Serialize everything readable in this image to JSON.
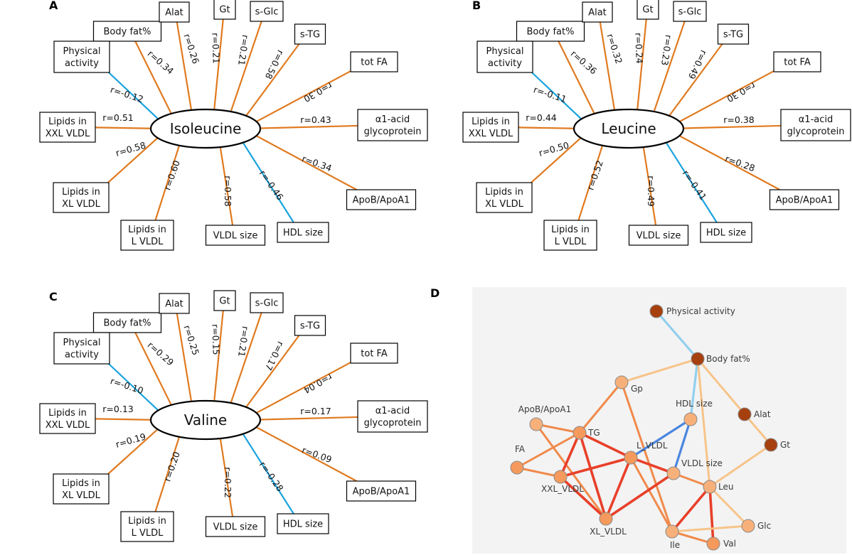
{
  "colors": {
    "positive": "#e07a1f",
    "negative": "#1aa3dd",
    "net_strong": "#e8402a",
    "net_mid": "#f08a4b",
    "net_weak": "#f7c48a",
    "net_neg_strong": "#4a86e0",
    "net_neg_weak": "#92cfee",
    "net_node_light": "#f8b07a",
    "net_node_dark": "#a6400f",
    "net_bg": "#f3f3f3"
  },
  "panels": [
    {
      "letter": "A",
      "center": "Isoleucine",
      "edges": [
        {
          "id": "body-fat",
          "lines": [
            "Body fat%"
          ],
          "r": "r=0.34",
          "sign": "pos"
        },
        {
          "id": "alat",
          "lines": [
            "Alat"
          ],
          "r": "r=0.26",
          "sign": "pos"
        },
        {
          "id": "gt",
          "lines": [
            "Gt"
          ],
          "r": "r=0.21",
          "sign": "pos"
        },
        {
          "id": "s-glc",
          "lines": [
            "s-Glc"
          ],
          "r": "r=0.21",
          "sign": "pos"
        },
        {
          "id": "s-tg",
          "lines": [
            "s-TG"
          ],
          "r": "r=0.58",
          "sign": "pos"
        },
        {
          "id": "tot-fa",
          "lines": [
            "tot FA"
          ],
          "r": "r=0.30",
          "sign": "pos"
        },
        {
          "id": "physical-activity",
          "lines": [
            "Physical",
            "activity"
          ],
          "r": "r=-0.12",
          "sign": "neg"
        },
        {
          "id": "lipids-xxl",
          "lines": [
            "Lipids in",
            "XXL VLDL"
          ],
          "r": "r=0.51",
          "sign": "pos"
        },
        {
          "id": "a1-acid",
          "lines": [
            "α1-acid",
            "glycoprotein"
          ],
          "r": "r=0.43",
          "sign": "pos"
        },
        {
          "id": "lipids-xl",
          "lines": [
            "Lipids in",
            "XL VLDL"
          ],
          "r": "r=0.58",
          "sign": "pos"
        },
        {
          "id": "apob",
          "lines": [
            "ApoB/ApoA1"
          ],
          "r": "r=0.34",
          "sign": "pos"
        },
        {
          "id": "lipids-l",
          "lines": [
            "Lipids in",
            "L VLDL"
          ],
          "r": "r=0.60",
          "sign": "pos"
        },
        {
          "id": "vldl-size",
          "lines": [
            "VLDL size"
          ],
          "r": "r=0.58",
          "sign": "pos"
        },
        {
          "id": "hdl-size",
          "lines": [
            "HDL size"
          ],
          "r": "r=-0.46",
          "sign": "neg"
        }
      ]
    },
    {
      "letter": "B",
      "center": "Leucine",
      "edges": [
        {
          "id": "body-fat",
          "lines": [
            "Body fat%"
          ],
          "r": "r=0.36",
          "sign": "pos"
        },
        {
          "id": "alat",
          "lines": [
            "Alat"
          ],
          "r": "r=0.32",
          "sign": "pos"
        },
        {
          "id": "gt",
          "lines": [
            "Gt"
          ],
          "r": "r=0.24",
          "sign": "pos"
        },
        {
          "id": "s-glc",
          "lines": [
            "s-Glc"
          ],
          "r": "r=0.23",
          "sign": "pos"
        },
        {
          "id": "s-tg",
          "lines": [
            "s-TG"
          ],
          "r": "r=0.49",
          "sign": "pos"
        },
        {
          "id": "tot-fa",
          "lines": [
            "tot FA"
          ],
          "r": "r=0.30",
          "sign": "pos"
        },
        {
          "id": "physical-activity",
          "lines": [
            "Physical",
            "activity"
          ],
          "r": "r=-0.11",
          "sign": "neg"
        },
        {
          "id": "lipids-xxl",
          "lines": [
            "Lipids in",
            "XXL VLDL"
          ],
          "r": "r=0.44",
          "sign": "pos"
        },
        {
          "id": "a1-acid",
          "lines": [
            "α1-acid",
            "glycoprotein"
          ],
          "r": "r=0.38",
          "sign": "pos"
        },
        {
          "id": "lipids-xl",
          "lines": [
            "Lipids in",
            "XL VLDL"
          ],
          "r": "r=0.50",
          "sign": "pos"
        },
        {
          "id": "apob",
          "lines": [
            "ApoB/ApoA1"
          ],
          "r": "r=0.28",
          "sign": "pos"
        },
        {
          "id": "lipids-l",
          "lines": [
            "Lipids in",
            "L VLDL"
          ],
          "r": "r=0.52",
          "sign": "pos"
        },
        {
          "id": "vldl-size",
          "lines": [
            "VLDL size"
          ],
          "r": "r=0.49",
          "sign": "pos"
        },
        {
          "id": "hdl-size",
          "lines": [
            "HDL size"
          ],
          "r": "r=-0.41",
          "sign": "neg"
        }
      ]
    },
    {
      "letter": "C",
      "center": "Valine",
      "edges": [
        {
          "id": "body-fat",
          "lines": [
            "Body fat%"
          ],
          "r": "r=0.29",
          "sign": "pos"
        },
        {
          "id": "alat",
          "lines": [
            "Alat"
          ],
          "r": "r=0.25",
          "sign": "pos"
        },
        {
          "id": "gt",
          "lines": [
            "Gt"
          ],
          "r": "r=0.15",
          "sign": "pos"
        },
        {
          "id": "s-glc",
          "lines": [
            "s-Glc"
          ],
          "r": "r=0.21",
          "sign": "pos"
        },
        {
          "id": "s-tg",
          "lines": [
            "s-TG"
          ],
          "r": "r=0.17",
          "sign": "pos"
        },
        {
          "id": "tot-fa",
          "lines": [
            "tot FA"
          ],
          "r": "r=0.04",
          "sign": "pos"
        },
        {
          "id": "physical-activity",
          "lines": [
            "Physical",
            "activity"
          ],
          "r": "r=-0.10",
          "sign": "neg"
        },
        {
          "id": "lipids-xxl",
          "lines": [
            "Lipids in",
            "XXL VLDL"
          ],
          "r": "r=0.13",
          "sign": "pos"
        },
        {
          "id": "a1-acid",
          "lines": [
            "α1-acid",
            "glycoprotein"
          ],
          "r": "r=0.17",
          "sign": "pos"
        },
        {
          "id": "lipids-xl",
          "lines": [
            "Lipids in",
            "XL VLDL"
          ],
          "r": "r=0.19",
          "sign": "pos"
        },
        {
          "id": "apob",
          "lines": [
            "ApoB/ApoA1"
          ],
          "r": "r=0.09",
          "sign": "pos"
        },
        {
          "id": "lipids-l",
          "lines": [
            "Lipids in",
            "L VLDL"
          ],
          "r": "r=0.20",
          "sign": "pos"
        },
        {
          "id": "vldl-size",
          "lines": [
            "VLDL size"
          ],
          "r": "r=0.22",
          "sign": "pos"
        },
        {
          "id": "hdl-size",
          "lines": [
            "HDL size"
          ],
          "r": "r=-0.28",
          "sign": "neg"
        }
      ]
    }
  ],
  "network": {
    "letter": "D",
    "nodes": [
      {
        "id": "physical-activity",
        "label": "Physical activity",
        "tone": "dark"
      },
      {
        "id": "body-fat",
        "label": "Body fat%",
        "tone": "dark"
      },
      {
        "id": "gp",
        "label": "Gp",
        "tone": "light"
      },
      {
        "id": "hdl-size",
        "label": "HDL size",
        "tone": "light"
      },
      {
        "id": "alat",
        "label": "Alat",
        "tone": "dark"
      },
      {
        "id": "gt",
        "label": "Gt",
        "tone": "dark"
      },
      {
        "id": "apob",
        "label": "ApoB/ApoA1",
        "tone": "light"
      },
      {
        "id": "tg",
        "label": "TG",
        "tone": "mid"
      },
      {
        "id": "l-vldl",
        "label": "L_VLDL",
        "tone": "mid"
      },
      {
        "id": "fa",
        "label": "FA",
        "tone": "mid"
      },
      {
        "id": "vldl-size",
        "label": "VLDL size",
        "tone": "light"
      },
      {
        "id": "xxl-vldl",
        "label": "XXL_VLDL",
        "tone": "mid"
      },
      {
        "id": "leu",
        "label": "Leu",
        "tone": "light"
      },
      {
        "id": "xl-vldl",
        "label": "XL_VLDL",
        "tone": "mid"
      },
      {
        "id": "ile",
        "label": "Ile",
        "tone": "light"
      },
      {
        "id": "glc",
        "label": "Glc",
        "tone": "light"
      },
      {
        "id": "val",
        "label": "Val",
        "tone": "mid"
      }
    ],
    "edges": [
      {
        "a": "physical-activity",
        "b": "body-fat",
        "kind": "neg_weak"
      },
      {
        "a": "body-fat",
        "b": "gp",
        "kind": "weak"
      },
      {
        "a": "body-fat",
        "b": "hdl-size",
        "kind": "neg_weak"
      },
      {
        "a": "body-fat",
        "b": "alat",
        "kind": "weak"
      },
      {
        "a": "body-fat",
        "b": "leu",
        "kind": "weak"
      },
      {
        "a": "alat",
        "b": "gt",
        "kind": "weak"
      },
      {
        "a": "gt",
        "b": "leu",
        "kind": "weak"
      },
      {
        "a": "gp",
        "b": "tg",
        "kind": "mid"
      },
      {
        "a": "gp",
        "b": "ile",
        "kind": "mid"
      },
      {
        "a": "hdl-size",
        "b": "l-vldl",
        "kind": "neg_strong"
      },
      {
        "a": "hdl-size",
        "b": "vldl-size",
        "kind": "neg_strong"
      },
      {
        "a": "apob",
        "b": "tg",
        "kind": "mid"
      },
      {
        "a": "apob",
        "b": "xl-vldl",
        "kind": "mid"
      },
      {
        "a": "fa",
        "b": "tg",
        "kind": "mid"
      },
      {
        "a": "fa",
        "b": "xxl-vldl",
        "kind": "mid"
      },
      {
        "a": "tg",
        "b": "xxl-vldl",
        "kind": "strong"
      },
      {
        "a": "tg",
        "b": "l-vldl",
        "kind": "strong"
      },
      {
        "a": "tg",
        "b": "xl-vldl",
        "kind": "strong"
      },
      {
        "a": "l-vldl",
        "b": "xxl-vldl",
        "kind": "strong"
      },
      {
        "a": "l-vldl",
        "b": "xl-vldl",
        "kind": "strong"
      },
      {
        "a": "l-vldl",
        "b": "vldl-size",
        "kind": "strong"
      },
      {
        "a": "l-vldl",
        "b": "ile",
        "kind": "mid"
      },
      {
        "a": "xxl-vldl",
        "b": "xl-vldl",
        "kind": "strong"
      },
      {
        "a": "xl-vldl",
        "b": "vldl-size",
        "kind": "strong"
      },
      {
        "a": "vldl-size",
        "b": "leu",
        "kind": "mid"
      },
      {
        "a": "leu",
        "b": "ile",
        "kind": "strong"
      },
      {
        "a": "leu",
        "b": "val",
        "kind": "strong"
      },
      {
        "a": "leu",
        "b": "glc",
        "kind": "weak"
      },
      {
        "a": "ile",
        "b": "glc",
        "kind": "weak"
      },
      {
        "a": "ile",
        "b": "val",
        "kind": "mid"
      }
    ]
  }
}
